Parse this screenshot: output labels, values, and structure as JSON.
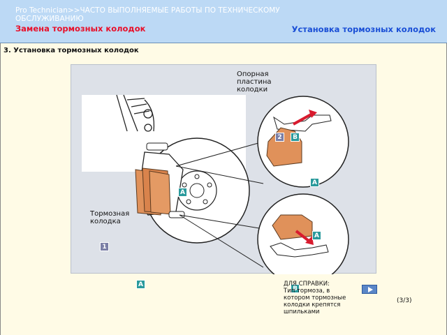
{
  "header": {
    "breadcrumb": "Pro Technician>>ЧАСТО ВЫПОЛНЯЕМЫЕ РАБОТЫ ПО ТЕХНИЧЕСКОМУ ОБСЛУЖИВАНИЮ",
    "section": "Замена тормозных колодок",
    "topic": "Установка тормозных колодок"
  },
  "content": {
    "step_title": "3. Установка тормозных колодок",
    "figure": {
      "callout_plate": "Опорная пластина колодки",
      "callout_pad": "Тормозная колодка",
      "tags": [
        "1",
        "2",
        "A",
        "B"
      ]
    },
    "reference_note": "ДЛЯ СПРАВКИ:\nТип тормоза, в котором тормозные колодки крепятся шпильками",
    "page_indicator": "(3/3)"
  },
  "colors": {
    "header_bg": "#bcd9f5",
    "page_bg": "#fffbe6",
    "breadcrumb_text": "#ffffff",
    "section_text": "#e8102a",
    "topic_text": "#1a4fd6",
    "pad_orange": "#e0915a",
    "tag_teal": "#2a9a9c",
    "tag_purple": "#7b7fa6"
  },
  "icons": [
    "play-icon"
  ]
}
